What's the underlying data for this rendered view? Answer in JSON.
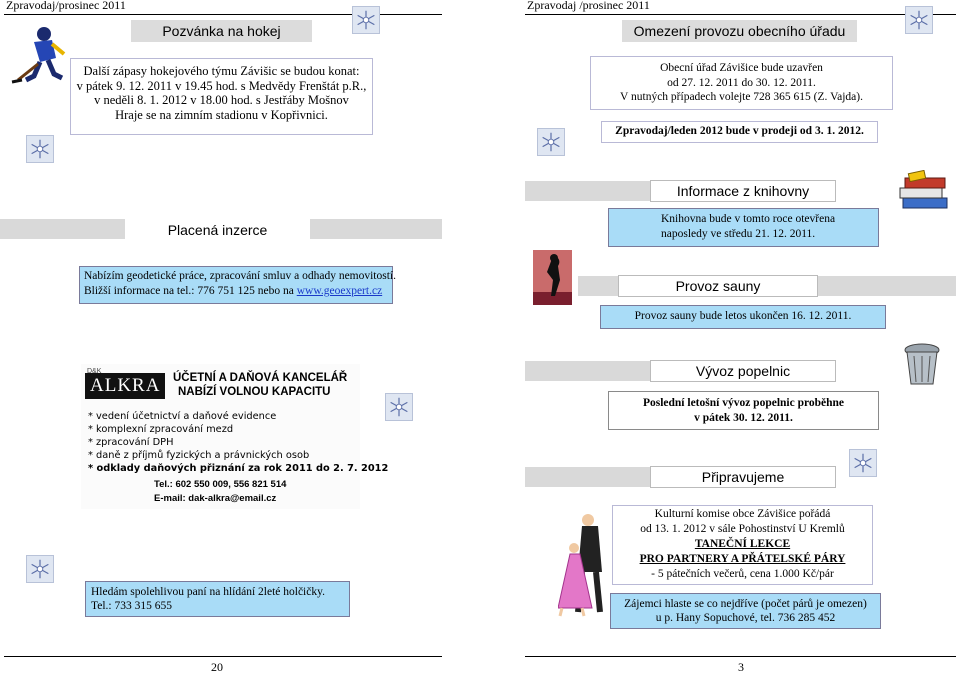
{
  "left_page": {
    "header": "Zpravodaj/prosinec 2011",
    "page_number": "20",
    "hockey": {
      "title": "Pozvánka na hokej",
      "lines": [
        "Další zápasy hokejového týmu Závišic se budou konat:",
        "v pátek  9. 12. 2011 v 19.45 hod. s Medvědy Frenštát p.R.,",
        "v neděli  8. 1. 2012 v 18.00 hod. s Jestřáby Mošnov",
        "Hraje se na zimním stadionu v Kopřivnici."
      ]
    },
    "ads": {
      "title": "Placená inzerce",
      "geodetic_line1": "Nabízím geodetické práce, zpracování smluv a odhady nemovitostí.",
      "geodetic_line2_prefix": "Bližší informace na tel.: 776 751 125 nebo na ",
      "geodetic_link": "www.geoexpert.cz",
      "alkra": {
        "logo_prefix": "D&K",
        "logo": "ALKRA",
        "headline1": "ÚČETNÍ A DAŇOVÁ KANCELÁŘ",
        "headline2": "NABÍZÍ VOLNOU KAPACITU",
        "items": [
          "* vedení účetnictví a daňové evidence",
          "* komplexní zpracování mezd",
          "* zpracování DPH",
          "* daně z příjmů fyzických a právnických osob",
          "* odklady daňových přiznání za rok 2011 do 2. 7. 2012"
        ],
        "tel": "Tel.: 602 550 009, 556 821 514",
        "email": "E-mail: dak-alkra@email.cz"
      },
      "babysit_line1": "Hledám spolehlivou paní na hlídání 2leté holčičky.",
      "babysit_line2": "Tel.: 733 315 655"
    }
  },
  "right_page": {
    "header": "Zpravodaj /prosinec 2011",
    "page_number": "3",
    "office": {
      "title": "Omezení provozu obecního úřadu",
      "lines": [
        "Obecní úřad Závišice bude uzavřen",
        "od 27. 12. 2011 do 30. 12. 2011.",
        "V nutných případech volejte 728 365 615 (Z. Vajda)."
      ],
      "newsletter": "Zpravodaj/leden 2012 bude v prodeji od 3. 1. 2012."
    },
    "library": {
      "title": "Informace z knihovny",
      "lines": [
        "Knihovna bude v tomto roce otevřena",
        "naposledy ve středu 21. 12. 2011."
      ]
    },
    "sauna": {
      "title": "Provoz sauny",
      "text": "Provoz sauny bude letos ukončen 16. 12. 2011."
    },
    "waste": {
      "title": "Vývoz popelnic",
      "lines": [
        "Poslední letošní vývoz popelnic proběhne",
        "v pátek 30. 12. 2011."
      ]
    },
    "upcoming": {
      "title": "Připravujeme",
      "lines": [
        "Kulturní komise obce Závišice pořádá",
        "od 13. 1. 2012 v sále Pohostinství U Kremlů",
        "TANEČNÍ LEKCE",
        "PRO PARTNERY A PŘÁTELSKÉ PÁRY",
        "- 5 pátečních večerů, cena 1.000 Kč/pár"
      ],
      "signup": [
        "Zájemci hlaste se co nejdříve (počet párů je omezen)",
        "u p. Hany Sopuchové, tel. 736 285 452"
      ]
    }
  },
  "colors": {
    "box_blue": "#a9dcf7",
    "title_gray": "#dcdcdc",
    "link_blue": "#1a39c9"
  },
  "icons": [
    "snowflake-icon",
    "hockey-player-icon",
    "books-icon",
    "sauna-woman-icon",
    "trash-can-icon",
    "dancing-couple-icon"
  ]
}
